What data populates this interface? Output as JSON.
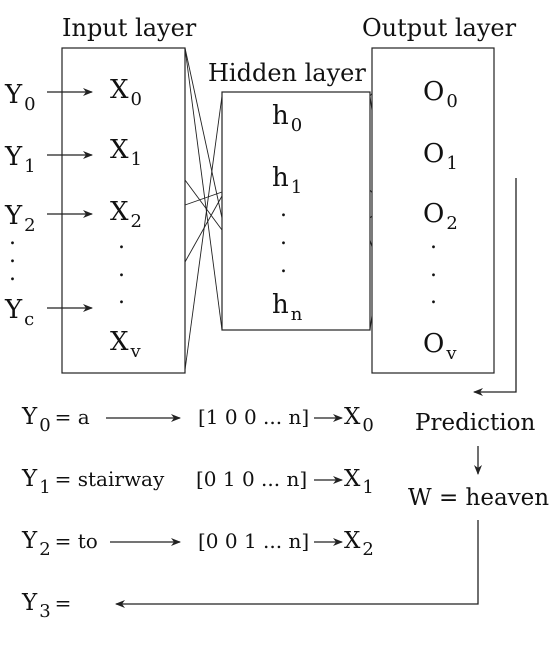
{
  "layers": {
    "input": {
      "title": "Input layer",
      "nodes": [
        {
          "base": "X",
          "sub": "0"
        },
        {
          "base": "X",
          "sub": "1"
        },
        {
          "base": "X",
          "sub": "2"
        },
        {
          "base": "X",
          "sub": "v"
        }
      ]
    },
    "hidden": {
      "title": "Hidden layer",
      "nodes": [
        {
          "base": "h",
          "sub": "0"
        },
        {
          "base": "h",
          "sub": "1"
        },
        {
          "base": "h",
          "sub": "n"
        }
      ]
    },
    "output": {
      "title": "Output layer",
      "nodes": [
        {
          "base": "O",
          "sub": "0"
        },
        {
          "base": "O",
          "sub": "1"
        },
        {
          "base": "O",
          "sub": "2"
        },
        {
          "base": "O",
          "sub": "v"
        }
      ]
    }
  },
  "inputs": [
    {
      "base": "Y",
      "sub": "0"
    },
    {
      "base": "Y",
      "sub": "1"
    },
    {
      "base": "Y",
      "sub": "2"
    },
    {
      "base": "Y",
      "sub": "c"
    }
  ],
  "equations": [
    {
      "y_base": "Y",
      "y_sub": "0",
      "word": "= a",
      "vector": "[1 0 0 ... n]",
      "x_base": "X",
      "x_sub": "0"
    },
    {
      "y_base": "Y",
      "y_sub": "1",
      "word": "= stairway",
      "vector": "[0 1 0 ... n]",
      "x_base": "X",
      "x_sub": "1"
    },
    {
      "y_base": "Y",
      "y_sub": "2",
      "word": "= to",
      "vector": "[0 0 1 ... n]",
      "x_base": "X",
      "x_sub": "2"
    }
  ],
  "result": {
    "y_base": "Y",
    "y_sub": "3",
    "word": "="
  },
  "prediction_label": "Prediction",
  "prediction_value": "W = heaven",
  "dot_glyph": "."
}
